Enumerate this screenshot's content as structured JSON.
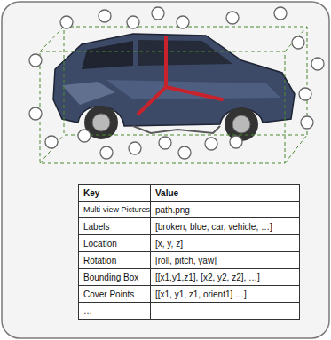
{
  "diagram": {
    "labels": [
      "Key",
      "Value",
      "Multi-view Pictures",
      "path.png",
      "Labels",
      "[broken, blue, car, vehicle, …]",
      "Location",
      "[x, y, z]",
      "Rotation",
      "[roll, pitch, yaw]",
      "Bounding Box",
      "[[x1,y1,z1], [x2, y2, z2], …]",
      "Cover Points",
      "[[x1, y1, z1, orient1] …]",
      "…"
    ]
  }
}
